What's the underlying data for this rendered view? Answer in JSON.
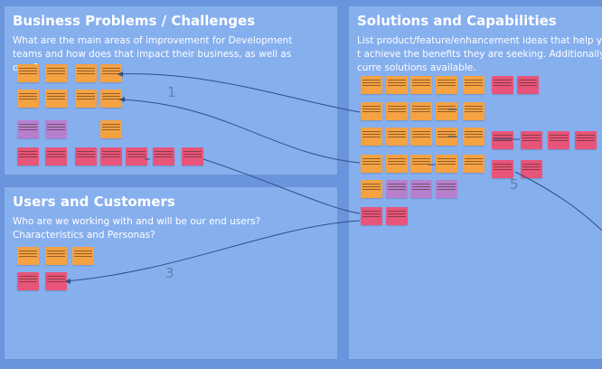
{
  "panels": {
    "business": {
      "title": "Business Problems / Challenges",
      "description": "What are the main areas of improvement for Development teams and how does that impact their business, as well as ours?",
      "number": "1"
    },
    "users": {
      "title": "Users and Customers",
      "description": "Who are we working with and will be our end users? Characteristics and Personas?",
      "number": "3"
    },
    "solutions": {
      "title": "Solutions and Capabilities",
      "description": "List product/feature/enhancement ideas that help your t achieve the benefits they are seeking. Additionally curre solutions available.",
      "number": "5"
    }
  },
  "colors": {
    "board": "#6a95dc",
    "panel": "#86afee",
    "note_orange": "#f5a243",
    "note_red": "#e8547a",
    "note_purple": "#b780cf",
    "connector": "#2f4f86"
  }
}
